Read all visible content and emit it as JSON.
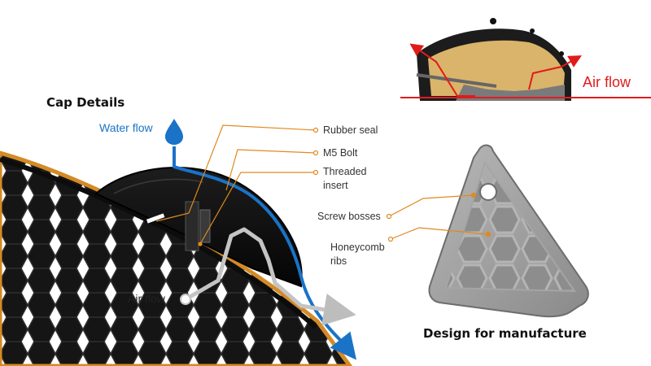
{
  "labels": {
    "cap_details": "Cap Details",
    "water_flow": "Water flow",
    "rubber_seal": "Rubber seal",
    "m5_bolt": "M5 Bolt",
    "threaded_insert_1": "Threaded",
    "threaded_insert_2": "insert",
    "air_flow_left": "Air flow",
    "air_flow_top": "Air flow",
    "screw_bosses": "Screw bosses",
    "honeycomb_1": "Honeycomb",
    "honeycomb_2": "ribs",
    "design_for_manufacture": "Design for manufacture"
  },
  "colors": {
    "water": "#1a73c7",
    "leader": "#e08a1e",
    "air_top": "#e01b1b",
    "air_left": "#bdbdbd",
    "foam": "#d9b46a",
    "panel": "#9a9a9a"
  }
}
